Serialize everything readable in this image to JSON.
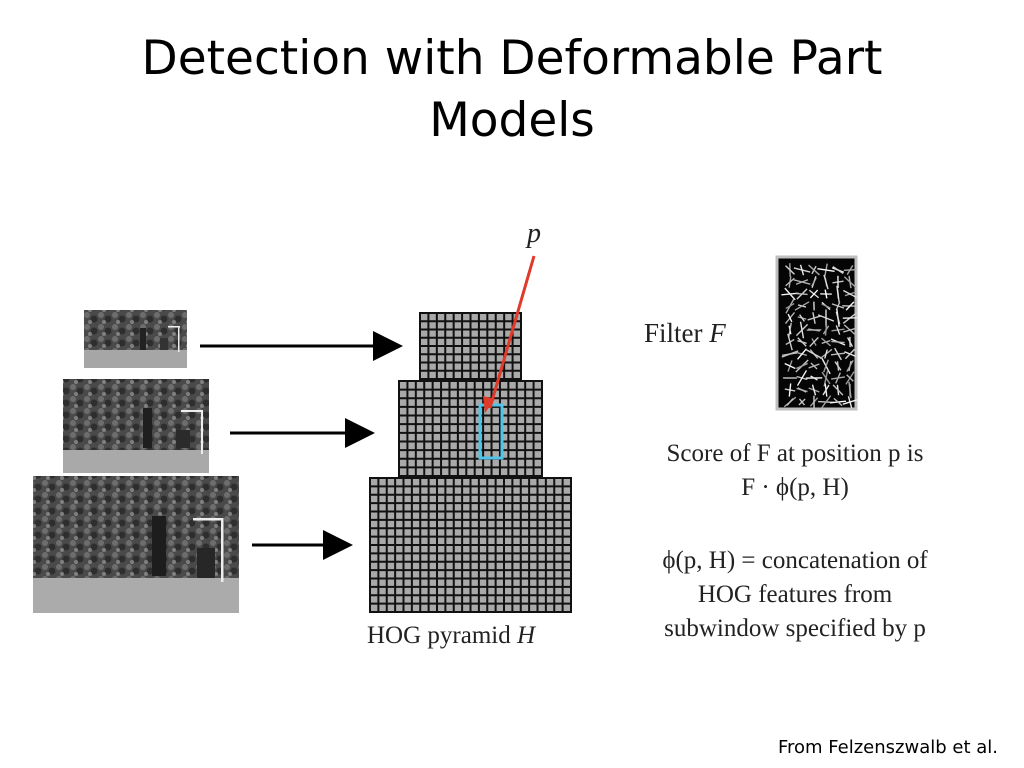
{
  "slide": {
    "title_line1": "Detection with Deformable Part",
    "title_line2": "Models",
    "credit": "From Felzenszwalb et al."
  },
  "figure": {
    "position_label": "p",
    "pyramid_caption_text": "HOG pyramid ",
    "pyramid_caption_var": "H",
    "filter_label_text": "Filter ",
    "filter_label_var": "F",
    "score_line1": "Score of F at position p is",
    "score_line2": "F · ϕ(p, H)",
    "phi_line1": "ϕ(p, H) = concatenation of",
    "phi_line2": "HOG features from",
    "phi_line3": "subwindow specified by p",
    "colors": {
      "arrow_red": "#e03a2a",
      "window_cyan": "#4fc3e8",
      "grid_fill": "#a9a9a9",
      "grid_line": "#111111"
    },
    "icons": [
      "image-pyramid-photo",
      "hog-grid",
      "filter-visualization"
    ]
  }
}
